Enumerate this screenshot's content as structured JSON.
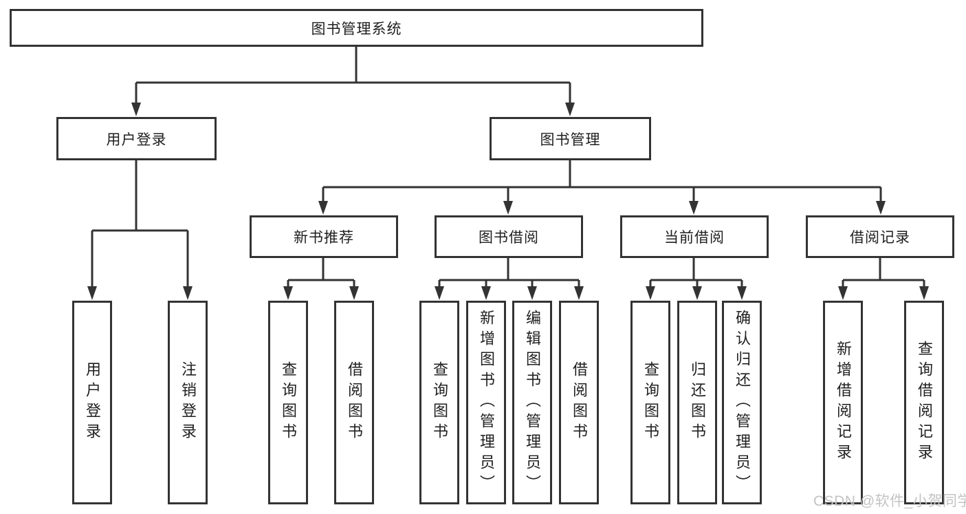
{
  "diagram": {
    "title": "图书管理系统",
    "level2": [
      {
        "label": "用户登录",
        "parent": "图书管理系统"
      },
      {
        "label": "图书管理",
        "parent": "图书管理系统"
      }
    ],
    "level3": [
      {
        "label": "新书推荐",
        "parent": "图书管理"
      },
      {
        "label": "图书借阅",
        "parent": "图书管理"
      },
      {
        "label": "当前借阅",
        "parent": "图书管理"
      },
      {
        "label": "借阅记录",
        "parent": "图书管理"
      }
    ],
    "leaves": [
      {
        "label": "用户登录",
        "parent": "用户登录"
      },
      {
        "label": "注销登录",
        "parent": "用户登录"
      },
      {
        "label": "查询图书",
        "parent": "新书推荐"
      },
      {
        "label": "借阅图书",
        "parent": "新书推荐"
      },
      {
        "label": "查询图书",
        "parent": "图书借阅"
      },
      {
        "label": "新增图书（管理员）",
        "parent": "图书借阅"
      },
      {
        "label": "编辑图书（管理员）",
        "parent": "图书借阅"
      },
      {
        "label": "借阅图书",
        "parent": "图书借阅"
      },
      {
        "label": "查询图书",
        "parent": "当前借阅"
      },
      {
        "label": "归还图书",
        "parent": "当前借阅"
      },
      {
        "label": "确认归还（管理员）",
        "parent": "当前借阅"
      },
      {
        "label": "新增借阅记录",
        "parent": "借阅记录"
      },
      {
        "label": "查询借阅记录",
        "parent": "借阅记录"
      }
    ]
  },
  "watermark": "CSDN @软件_小贺同学",
  "colors": {
    "line": "#333333",
    "box_border": "#333333",
    "text": "#1f1f1f",
    "watermark": "#c3c3c3",
    "background": "#ffffff"
  }
}
